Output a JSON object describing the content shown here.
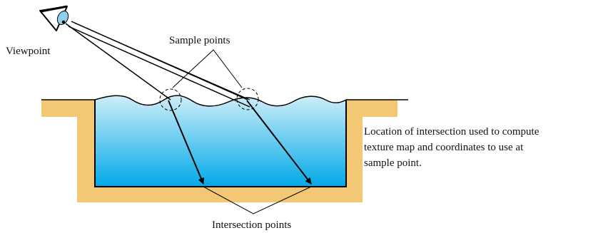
{
  "labels": {
    "viewpoint": "Viewpoint",
    "sample_points": "Sample points",
    "intersection_points": "Intersection points",
    "note_lines": [
      "Location of intersection used to compute",
      "texture map and coordinates to use at",
      "sample point."
    ]
  },
  "icons": {
    "viewer": "eye-icon"
  },
  "colors": {
    "pool_wall": "#f3c874",
    "water_top": "#cfeef9",
    "water_bottom": "#00a9e8",
    "outline": "#000000",
    "eye_iris": "#8fd0ef"
  }
}
